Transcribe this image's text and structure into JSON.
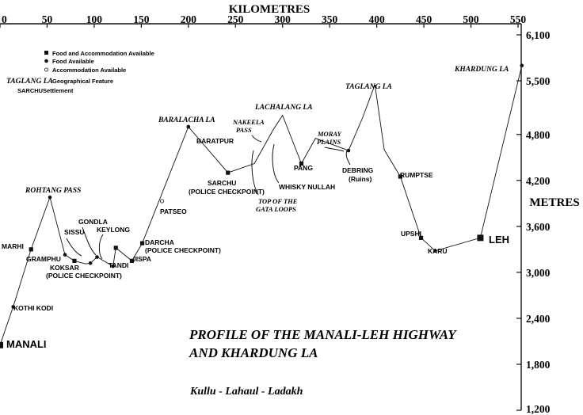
{
  "chart_data": {
    "type": "line",
    "title": "PROFILE OF THE MANALI-LEH HIGHWAY",
    "title_line2": "AND KHARDUNG LA",
    "subtitle": "Kullu - Lahaul - Ladakh",
    "xlabel": "KILOMETRES",
    "ylabel": "METRES",
    "xlim": [
      0,
      550
    ],
    "ylim": [
      1200,
      6100
    ],
    "x_ticks": [
      {
        "value": 0,
        "label": "0"
      },
      {
        "value": 50,
        "label": "50"
      },
      {
        "value": 100,
        "label": "100"
      },
      {
        "value": 150,
        "label": "150"
      },
      {
        "value": 200,
        "label": "200"
      },
      {
        "value": 250,
        "label": "250"
      },
      {
        "value": 300,
        "label": "300"
      },
      {
        "value": 350,
        "label": "350"
      },
      {
        "value": 400,
        "label": "400"
      },
      {
        "value": 450,
        "label": "450"
      },
      {
        "value": 500,
        "label": "500"
      },
      {
        "value": 550,
        "label": "550"
      }
    ],
    "y_ticks": [
      {
        "value": 6100,
        "label": "6,100"
      },
      {
        "value": 5500,
        "label": "5,500"
      },
      {
        "value": 4800,
        "label": "4,800"
      },
      {
        "value": 4200,
        "label": "4,200"
      },
      {
        "value": 3600,
        "label": "3,600"
      },
      {
        "value": 3000,
        "label": "3,000"
      },
      {
        "value": 2400,
        "label": "2,400"
      },
      {
        "value": 1800,
        "label": "1,800"
      },
      {
        "value": 1200,
        "label": "1,200"
      }
    ],
    "x": [
      0,
      14,
      33,
      53,
      69,
      79,
      91,
      96,
      103,
      120,
      123,
      140,
      151,
      200,
      242,
      270,
      290,
      300,
      320,
      335,
      370,
      385,
      398,
      408,
      425,
      447,
      462,
      510,
      554
    ],
    "y": [
      2050,
      2550,
      3300,
      3980,
      3230,
      3150,
      3110,
      3120,
      3200,
      3080,
      3320,
      3150,
      3380,
      4900,
      4300,
      4420,
      4860,
      5050,
      4420,
      4750,
      4590,
      5020,
      5450,
      4600,
      4250,
      3450,
      3280,
      3450,
      5700
    ],
    "points": [
      {
        "name": "MANALI",
        "x": 0,
        "y": 2050,
        "marker": "square-large"
      },
      {
        "name": "KOTHI KODI",
        "x": 14,
        "y": 2550,
        "marker": "dot"
      },
      {
        "name": "MARHI",
        "x": 33,
        "y": 3300,
        "marker": "square"
      },
      {
        "name": "ROHTANG PASS",
        "x": 53,
        "y": 3980,
        "marker": "dot",
        "feature": true
      },
      {
        "name": "GRAMPHU",
        "x": 69,
        "y": 3230,
        "marker": "dot"
      },
      {
        "name": "KOKSAR",
        "x": 79,
        "y": 3150,
        "marker": "square"
      },
      {
        "name": "SISSU",
        "x": 96,
        "y": 3120,
        "marker": "dot"
      },
      {
        "name": "GONDLA",
        "x": 103,
        "y": 3200,
        "marker": "dot"
      },
      {
        "name": "TANDI",
        "x": 120,
        "y": 3080,
        "marker": "dot"
      },
      {
        "name": "KEYLONG",
        "x": 123,
        "y": 3320,
        "marker": "square"
      },
      {
        "name": "JISPA",
        "x": 140,
        "y": 3150,
        "marker": "square"
      },
      {
        "name": "DARCHA",
        "x": 151,
        "y": 3380,
        "marker": "square"
      },
      {
        "name": "PATSEO",
        "x": 172,
        "y": 3930,
        "marker": "open"
      },
      {
        "name": "BARALACHA LA",
        "x": 200,
        "y": 4900,
        "marker": "dot",
        "feature": true
      },
      {
        "name": "BARATPUR",
        "x": 200,
        "y": 4900,
        "marker": "dot"
      },
      {
        "name": "SARCHU",
        "x": 242,
        "y": 4300,
        "marker": "square"
      },
      {
        "name": "LACHALANG LA",
        "x": 300,
        "y": 5050,
        "marker": "none",
        "feature": true
      },
      {
        "name": "PANG",
        "x": 320,
        "y": 4420,
        "marker": "square"
      },
      {
        "name": "DEBRING",
        "x": 370,
        "y": 4590,
        "marker": "dot"
      },
      {
        "name": "TAGLANG LA",
        "x": 398,
        "y": 5450,
        "marker": "none",
        "feature": true
      },
      {
        "name": "RUMPTSE",
        "x": 425,
        "y": 4250,
        "marker": "square"
      },
      {
        "name": "UPSHI",
        "x": 447,
        "y": 3450,
        "marker": "square"
      },
      {
        "name": "KARU",
        "x": 462,
        "y": 3280,
        "marker": "dot"
      },
      {
        "name": "LEH",
        "x": 510,
        "y": 3450,
        "marker": "square-large"
      },
      {
        "name": "KHARDUNG LA",
        "x": 554,
        "y": 5700,
        "marker": "dot",
        "feature": true
      }
    ],
    "grid": false,
    "legend_position": "top-left"
  },
  "labels": {
    "manali": "MANALI",
    "kothi_kodi": "KOTHI KODI",
    "marhi": "MARHI",
    "rohtang": "ROHTANG PASS",
    "gramphu": "GRAMPHU",
    "koksar": "KOKSAR",
    "koksar_note": "(POLICE CHECKPOINT)",
    "sissu": "SISSU",
    "gondla": "GONDLA",
    "keylong": "KEYLONG",
    "tandi": "TANDI",
    "jispa": "JISPA",
    "darcha": "DARCHA",
    "darcha_note": "(POLICE CHECKPOINT)",
    "patseo": "PATSEO",
    "baralacha": "BARALACHA LA",
    "baratpur": "BARATPUR",
    "sarchu": "SARCHU",
    "sarchu_note": "(POLICE CHECKPOINT)",
    "top_gata_1": "TOP OF THE",
    "top_gata_2": "GATA LOOPS",
    "nakeela_1": "NAKEELA",
    "nakeela_2": "PASS",
    "lachalang": "LACHALANG LA",
    "whisky": "WHISKY NULLAH",
    "pang": "PANG",
    "moray_1": "MORAY",
    "moray_2": "PLAINS",
    "debring": "DEBRING",
    "debring_note": "(Ruins)",
    "taglang": "TAGLANG LA",
    "rumptse": "RUMPTSE",
    "upshi": "UPSHI",
    "karu": "KARU",
    "leh": "LEH",
    "khardung": "KHARDUNG LA"
  },
  "legend": {
    "food_accom": "Food and Accommodation Available",
    "food": "Food Available",
    "accom": "Accommodation Available",
    "feature_example": "TAGLANG LA",
    "feature_desc": "Geographical Feature",
    "settlement_example": "SARCHU",
    "settlement_desc": "Settlement"
  },
  "colors": {
    "ink": "#111111",
    "background": "#ffffff"
  }
}
